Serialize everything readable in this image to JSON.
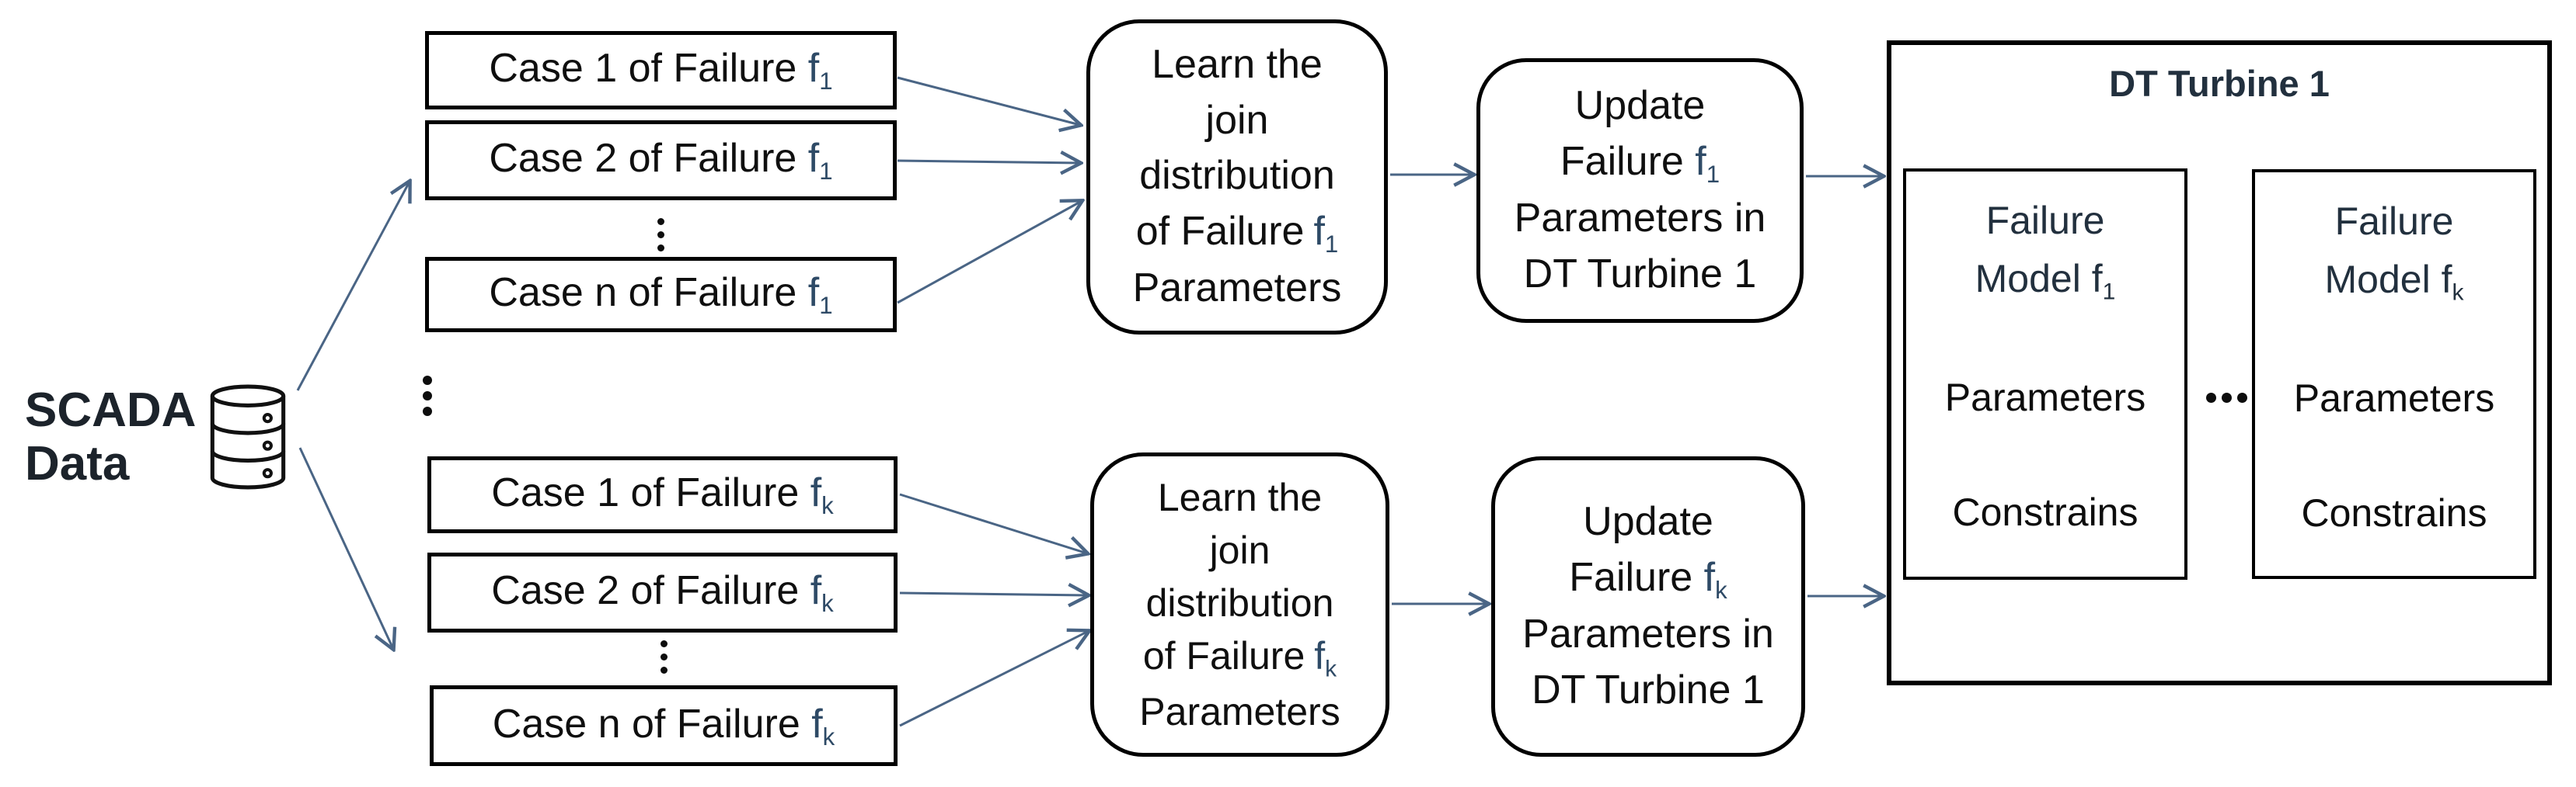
{
  "scada": {
    "line1": "SCADA",
    "line2": "Data"
  },
  "top_group": {
    "case1": {
      "prefix": "Case 1 of Failure ",
      "f": "f",
      "sub": "1"
    },
    "case2": {
      "prefix": "Case 2 of Failure ",
      "f": "f",
      "sub": "1"
    },
    "casen": {
      "prefix": "Case n of Failure ",
      "f": "f",
      "sub": "1"
    },
    "learn": {
      "l1": "Learn the",
      "l2": "join",
      "l3": "distribution",
      "l4": "of Failure",
      "f": "f",
      "sub": "1",
      "l5": "Parameters"
    },
    "update": {
      "l1": "Update",
      "l2": "Failure ",
      "f": "f",
      "sub": "1",
      "l3": "Parameters in",
      "l4": "DT Turbine 1"
    }
  },
  "bottom_group": {
    "case1": {
      "prefix": "Case 1 of Failure ",
      "f": "f",
      "sub": "k"
    },
    "case2": {
      "prefix": "Case 2 of Failure ",
      "f": "f",
      "sub": "k"
    },
    "casen": {
      "prefix": "Case n of Failure ",
      "f": "f",
      "sub": "k"
    },
    "learn": {
      "l1": "Learn the",
      "l2": "join",
      "l3": "distribution",
      "l4": "of Failure",
      "f": "f",
      "sub": "k",
      "l5": "Parameters"
    },
    "update": {
      "l1": "Update",
      "l2": "Failure ",
      "f": "f",
      "sub": "k",
      "l3": "Parameters in",
      "l4": "DT Turbine 1"
    }
  },
  "dt_box": {
    "title": "DT Turbine 1",
    "model1": {
      "l1": "Failure",
      "l2": "Model ",
      "f": "f",
      "sub": "1",
      "params": "Parameters",
      "constr": "Constrains"
    },
    "model2": {
      "l1": "Failure",
      "l2": "Model ",
      "f": "f",
      "sub": "k",
      "params": "Parameters",
      "constr": "Constrains"
    }
  },
  "colors": {
    "arrow": "#4a6585",
    "f_subscript": "#2e4a66",
    "dark_slate_text": "#22303e",
    "border": "#000000",
    "background": "#ffffff"
  }
}
